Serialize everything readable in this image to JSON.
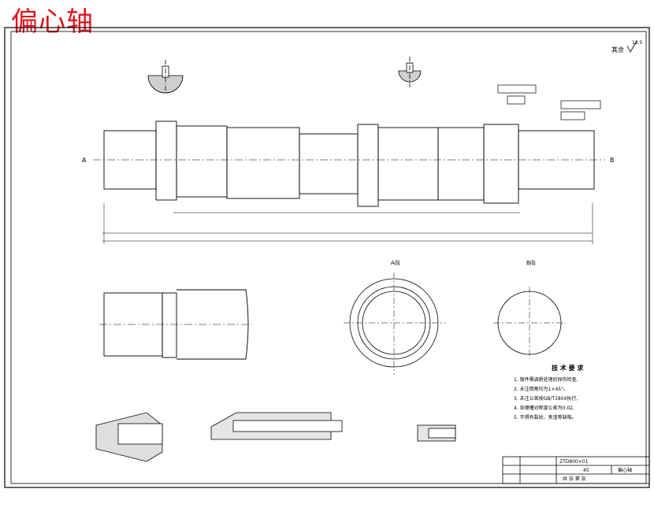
{
  "title": "偏心轴",
  "roughness_note": "其余",
  "roughness_value": "12.5",
  "section_marks": [
    "A",
    "B"
  ],
  "view_labels": [
    "A向",
    "B向"
  ],
  "tech_requirements": {
    "heading": "技 术 要 求",
    "items": [
      "1. 锻件需调质处理后探伤检查,",
      "2. 未注倒角均为1×45°。",
      "3. 未注公差按GB/T1804执行,",
      "4. 各键槽对称度公差为0.02,",
      "5. 不得有裂纹、夹渣等缺陷。"
    ]
  },
  "title_block": {
    "drawing_no": "ZTD800×01",
    "material": "45",
    "part_name": "偏心轴",
    "footer": "共 张 第 张"
  }
}
